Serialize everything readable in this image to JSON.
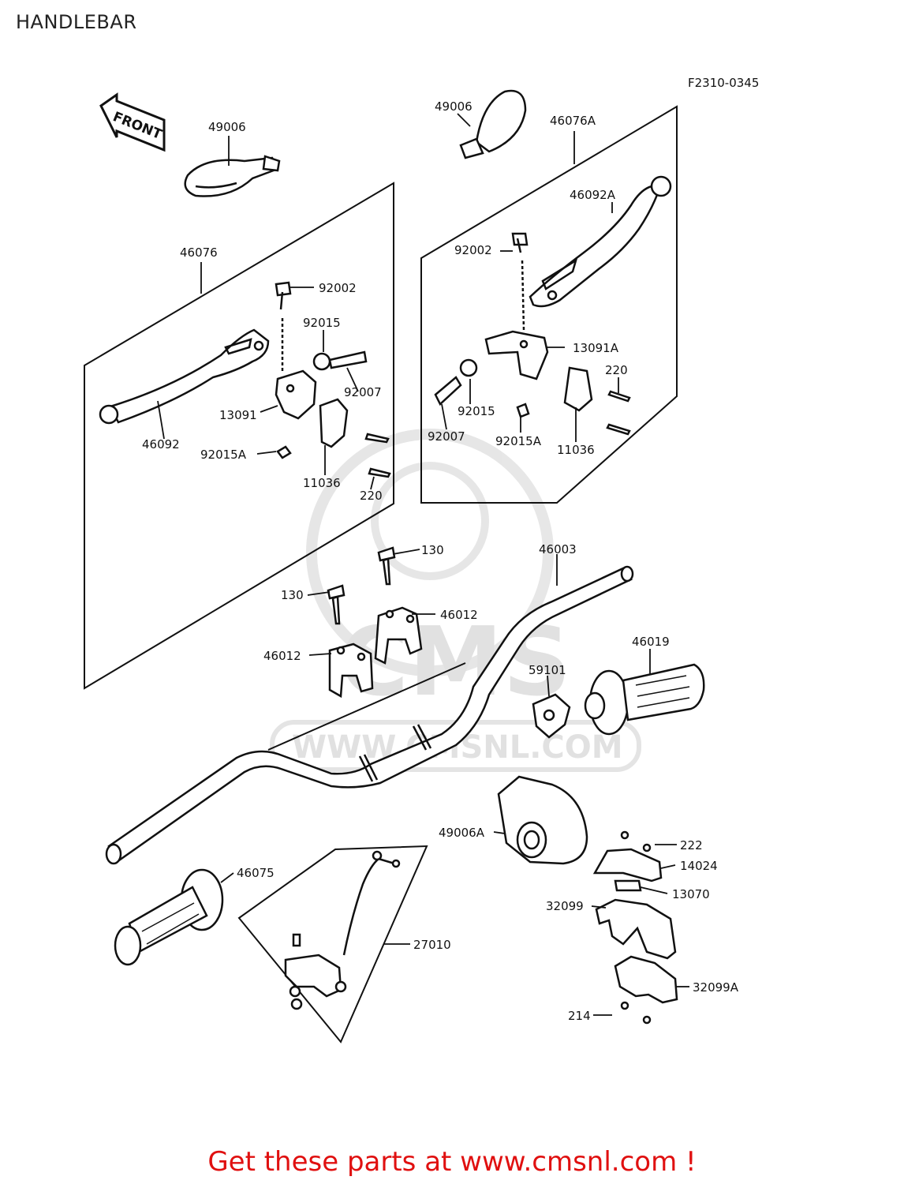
{
  "page": {
    "title": "HANDLEBAR",
    "diagram_code": "F2310-0345",
    "front_label": "FRONT",
    "footer_text": "Get these parts at www.cmsnl.com !",
    "watermark_text": "WWW.CMSNL.COM",
    "watermark_logo": "CMS"
  },
  "part_labels": {
    "p49006_left": "49006",
    "p49006_right": "49006",
    "p46076A": "46076A",
    "p46092A": "46092A",
    "p92002_right": "92002",
    "p13091A": "13091A",
    "p220_right": "220",
    "p92015_right": "92015",
    "p92007_right": "92007",
    "p92015A_right": "92015A",
    "p11036_right": "11036",
    "p46076": "46076",
    "p92002_left": "92002",
    "p92015_left": "92015",
    "p92007_left": "92007",
    "p13091": "13091",
    "p46092": "46092",
    "p92015A_left": "92015A",
    "p11036_left": "11036",
    "p220_left": "220",
    "p130_a": "130",
    "p130_b": "130",
    "p46003": "46003",
    "p46012_a": "46012",
    "p46012_b": "46012",
    "p46019": "46019",
    "p59101": "59101",
    "p49006A": "49006A",
    "p222": "222",
    "p14024": "14024",
    "p13070": "13070",
    "p32099": "32099",
    "p32099A": "32099A",
    "p214": "214",
    "p46075": "46075",
    "p27010": "27010"
  }
}
